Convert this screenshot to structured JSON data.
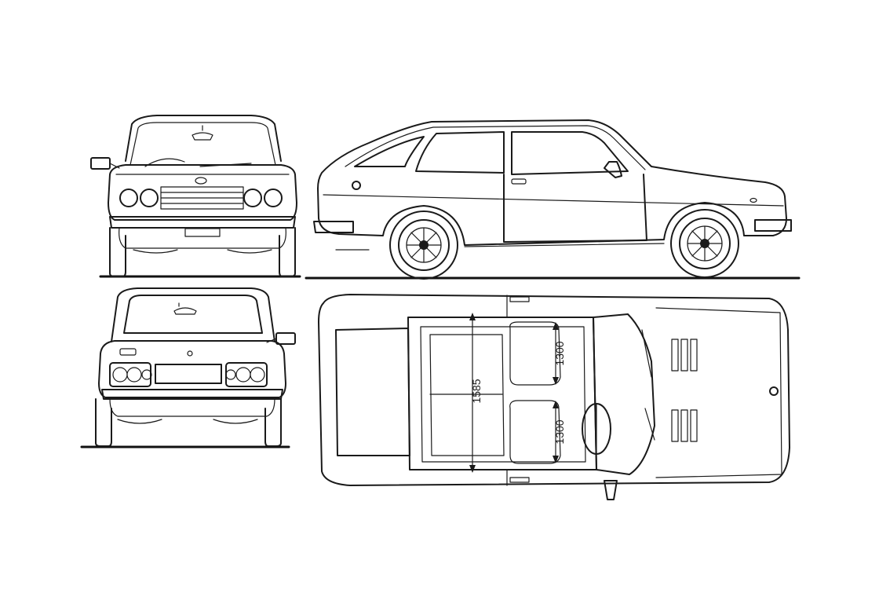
{
  "colors": {
    "ink": "#1a1a1a",
    "paper": "#ffffff"
  },
  "views": [
    {
      "id": "front",
      "label": ""
    },
    {
      "id": "side",
      "label": ""
    },
    {
      "id": "rear",
      "label": ""
    },
    {
      "id": "top",
      "label": ""
    }
  ],
  "dimensions": {
    "rear_seat_width": "1300",
    "front_seat_width": "1300",
    "length_between": "1585"
  }
}
